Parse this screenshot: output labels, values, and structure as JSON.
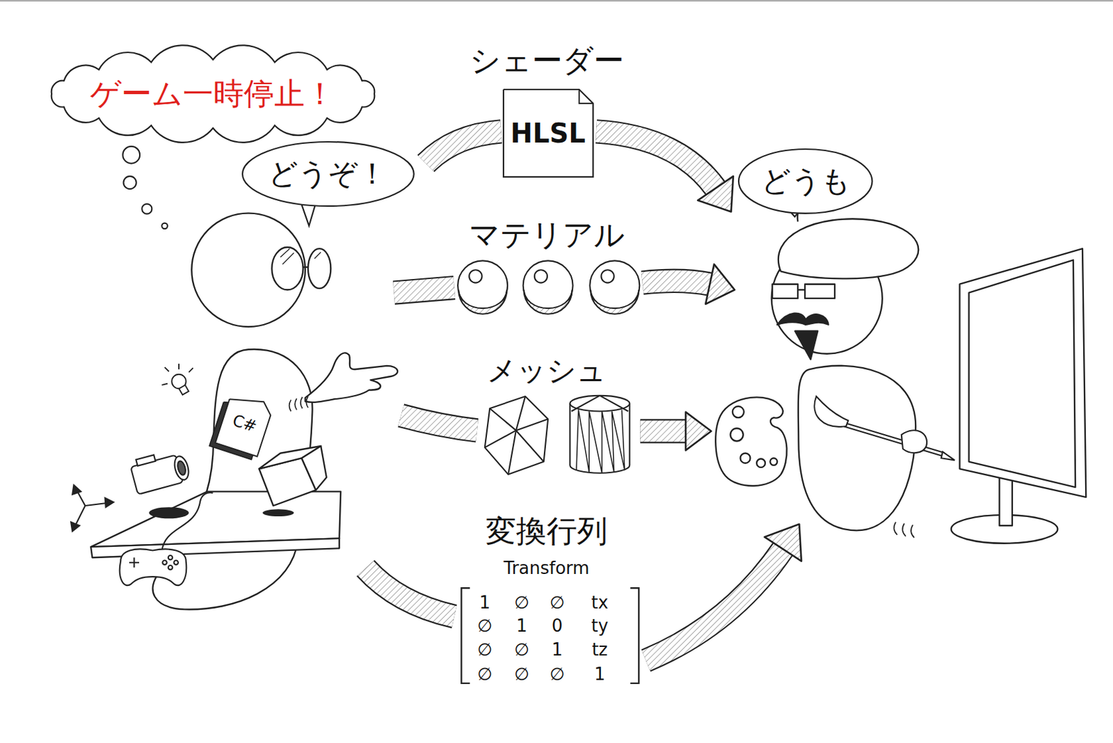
{
  "diagram": {
    "nodes": [
      {
        "text": [
          "ゲーム一時停止！"
        ]
      },
      {
        "text": [
          "どうぞ！"
        ]
      },
      {
        "text": [
          "HLSL"
        ]
      },
      {
        "text": [
          "C#"
        ]
      },
      {
        "text": [
          "どうも"
        ]
      }
    ],
    "labels": [
      "シェーダー",
      "マテリアル",
      "メッシュ",
      "変換行列",
      "Transform",
      "1",
      "∅",
      "∅",
      "tx",
      "∅",
      "1",
      "0",
      "ty",
      "∅",
      "∅",
      "1",
      "tz",
      "∅",
      "∅",
      "∅",
      "1"
    ]
  }
}
